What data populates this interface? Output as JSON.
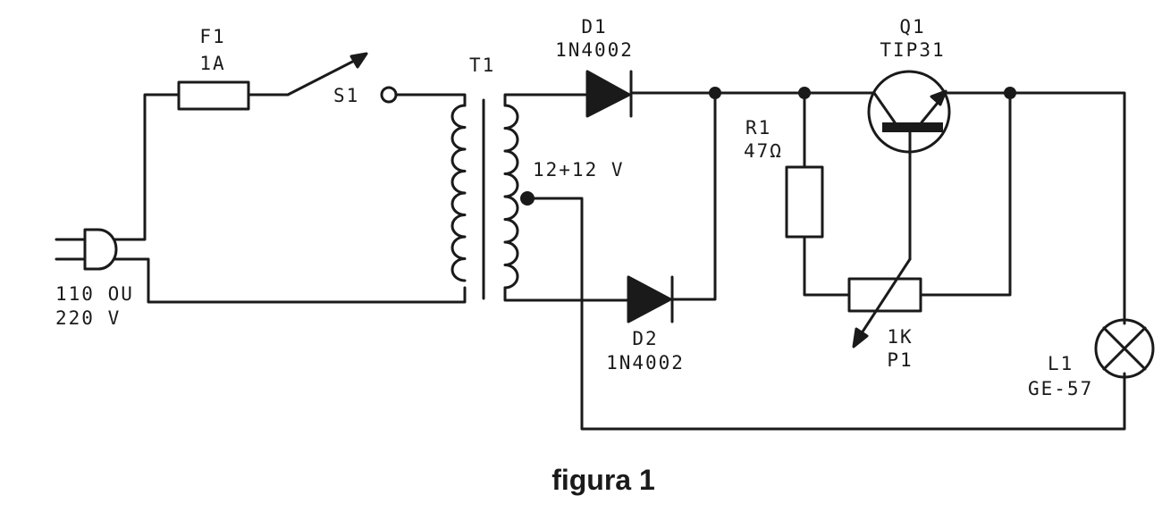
{
  "figure_caption": "figura 1",
  "labels": {
    "fuse_ref": "F1",
    "fuse_value": "1A",
    "switch_ref": "S1",
    "transformer_ref": "T1",
    "transformer_voltage": "12+12 V",
    "d1_ref": "D1",
    "d1_part": "1N4002",
    "d2_ref": "D2",
    "d2_part": "1N4002",
    "q1_ref": "Q1",
    "q1_part": "TIP31",
    "r1_ref": "R1",
    "r1_value": "47Ω",
    "p1_value": "1K",
    "p1_ref": "P1",
    "lamp_ref": "L1",
    "lamp_part": "GE-57",
    "mains_line1": "110 OU",
    "mains_line2": "220 V"
  }
}
